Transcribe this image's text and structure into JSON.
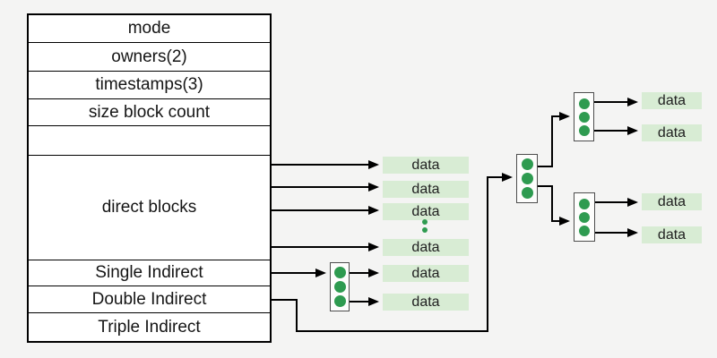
{
  "inode_table": {
    "rows": [
      "mode",
      "owners(2)",
      "timestamps(3)",
      "size block count",
      "",
      "direct blocks",
      "Single Indirect",
      "Double Indirect",
      "Triple Indirect"
    ]
  },
  "data_blocks": {
    "direct": [
      "data",
      "data",
      "data",
      "data"
    ],
    "single_indirect": [
      "data",
      "data"
    ],
    "double_top": [
      "data",
      "data"
    ],
    "double_bottom": [
      "data",
      "data"
    ]
  },
  "colors": {
    "background": "#f4f4f3",
    "data_block_bg": "#d8ecd4",
    "dot_green": "#2e9b50",
    "line": "#000000"
  }
}
